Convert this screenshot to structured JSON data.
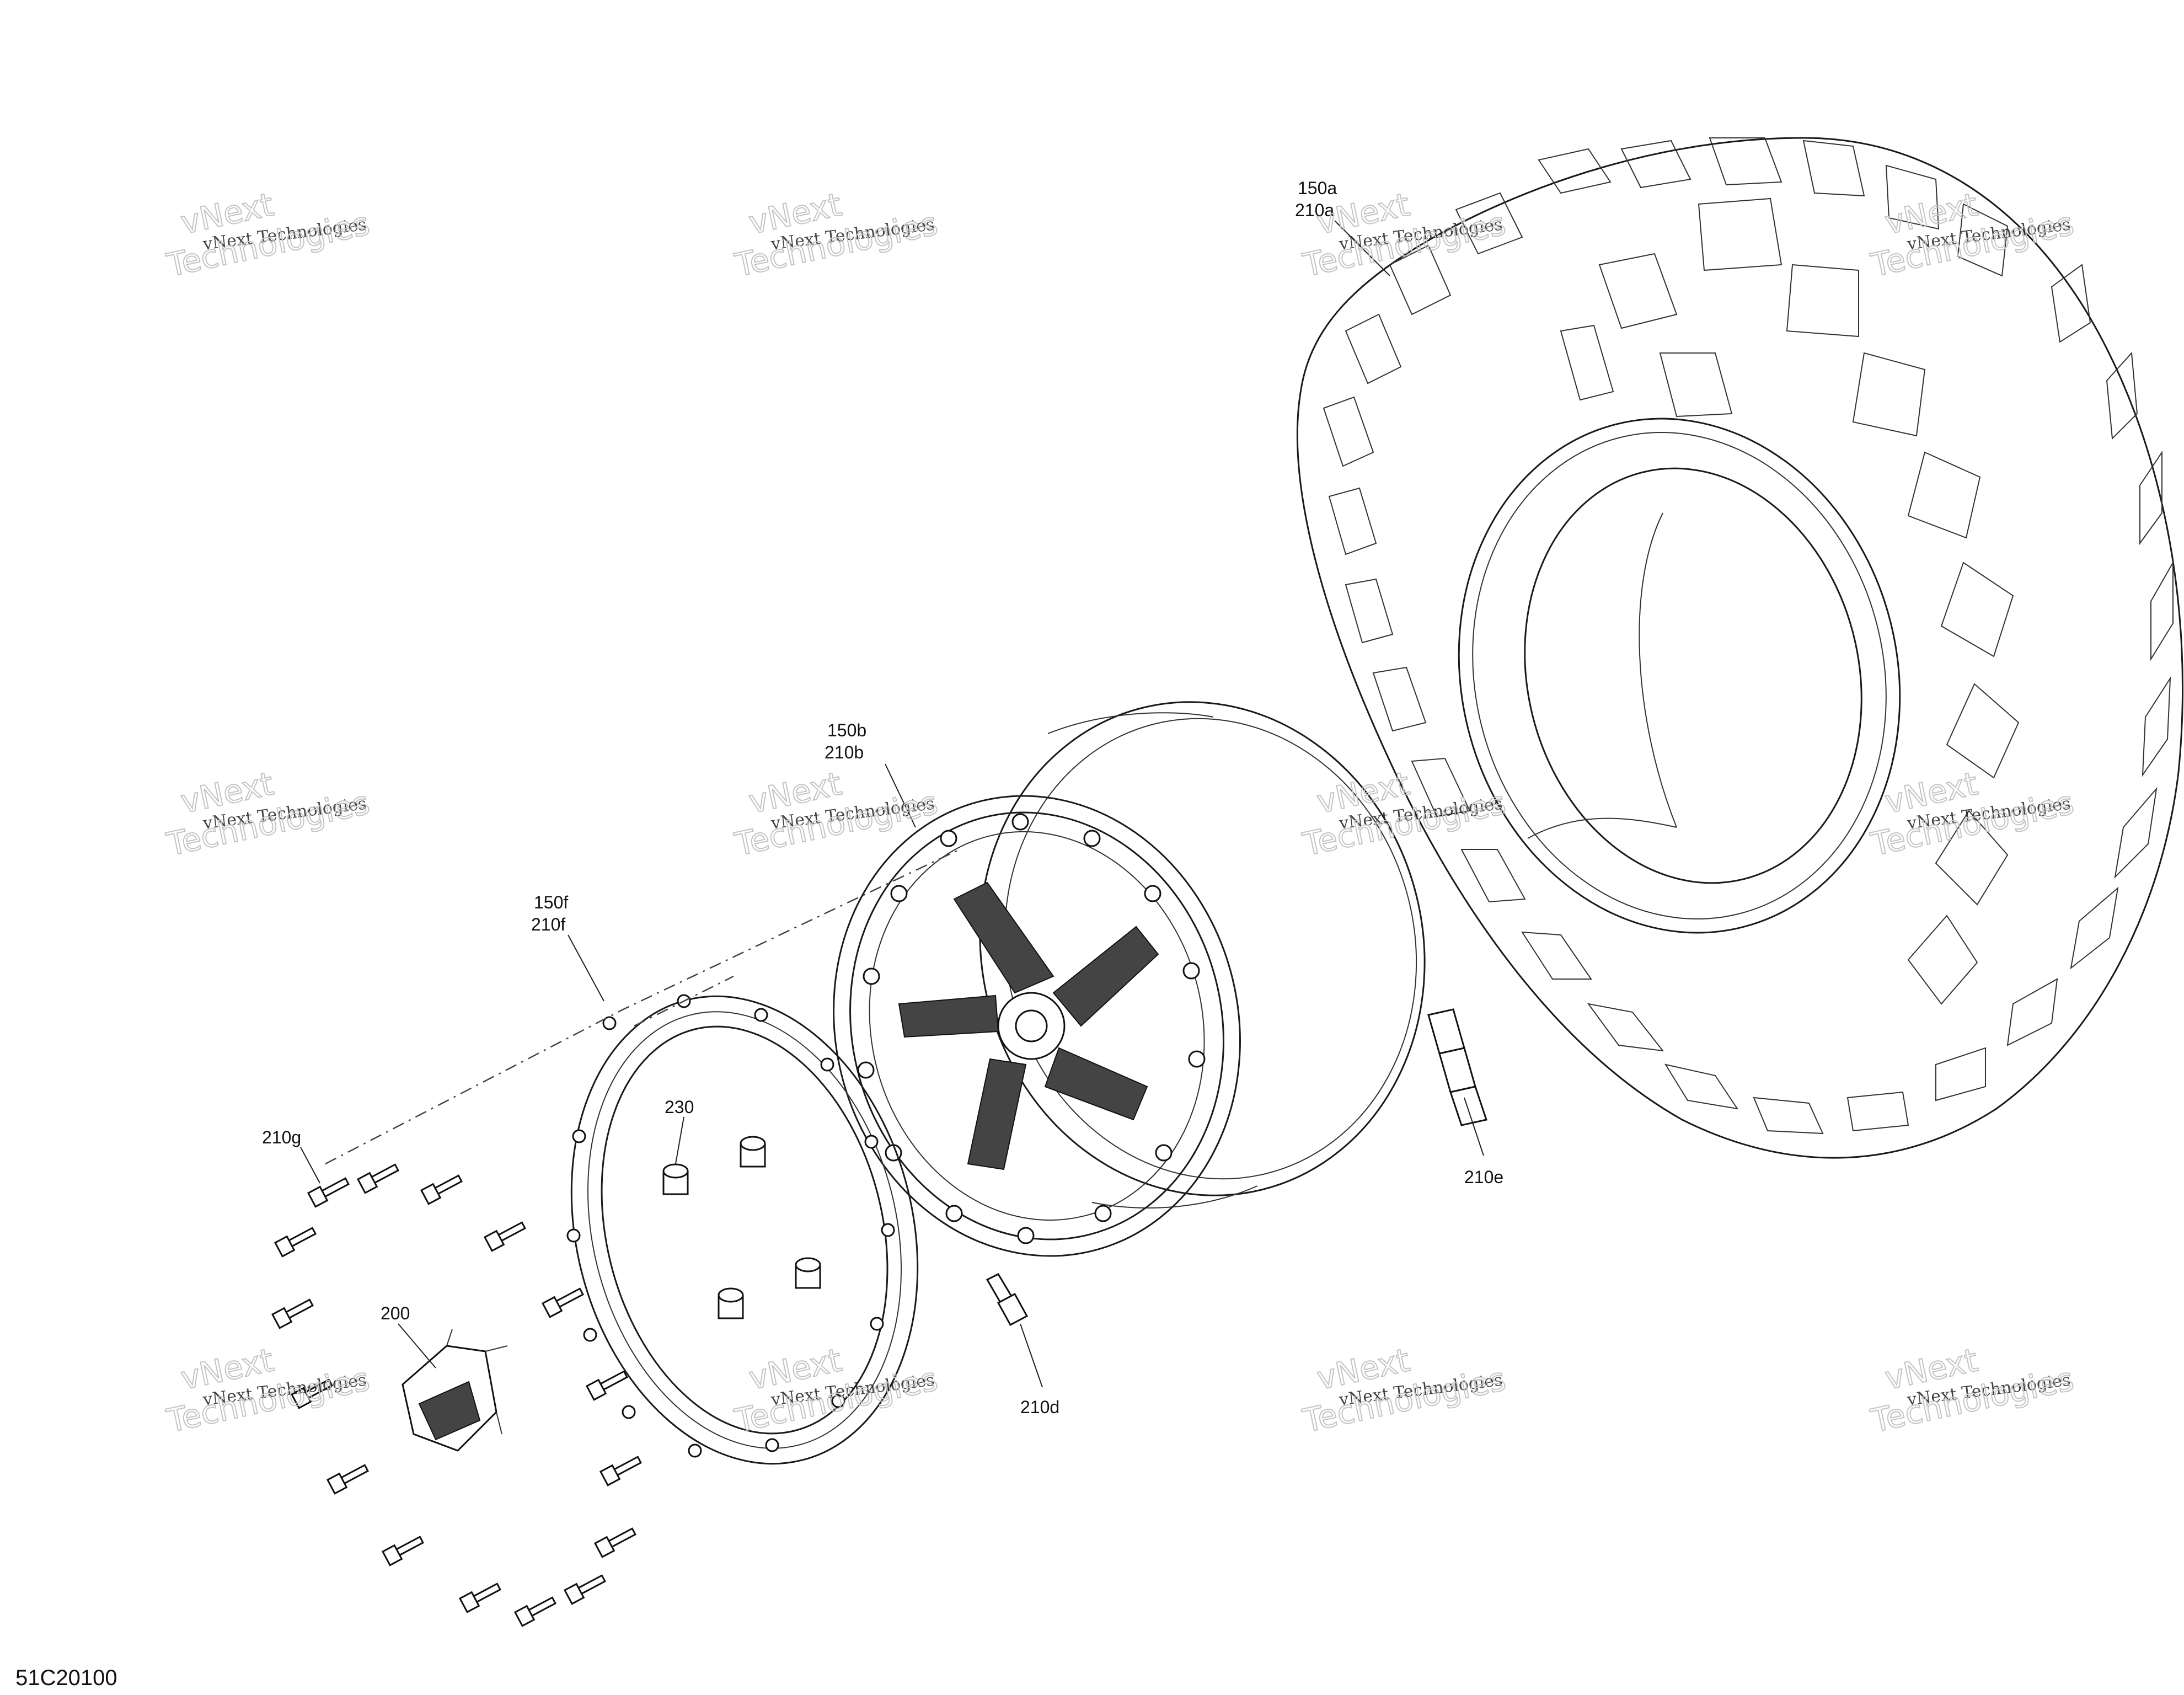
{
  "diagram": {
    "code": "51C20100",
    "callouts": {
      "tire": [
        "150a",
        "210a"
      ],
      "rim": [
        "150b",
        "210b"
      ],
      "beadlock_ring": [
        "150f",
        "210f"
      ],
      "weight": "210e",
      "valve": "210d",
      "bolts": "210g",
      "nuts": "230",
      "hub_cap": "200"
    },
    "watermark": {
      "line1": "vNext Technologies",
      "line2a": "vNext",
      "line2b": "Technologies"
    }
  }
}
